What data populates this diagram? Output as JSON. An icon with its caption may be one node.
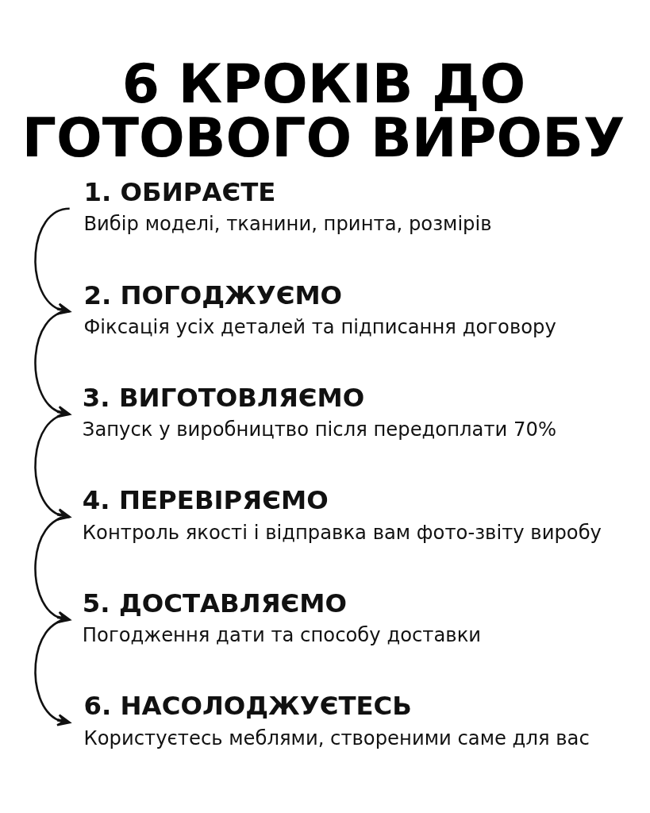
{
  "diagram": {
    "title": "6 КРОКІВ ДО ГОТОВОГО ВИРОБУ",
    "nodes": [
      {
        "text": [
          "1. ОБИРАЄТЕ",
          "Вибір моделі, тканини, принта, розмірів"
        ]
      },
      {
        "text": [
          "2. ПОГОДЖУЄМО",
          "Фіксація усіх деталей та підписання договору"
        ]
      },
      {
        "text": [
          "3. ВИГОТОВЛЯЄМО",
          "Запуск у виробництво після передоплати 70%"
        ]
      },
      {
        "text": [
          "4. ПЕРЕВІРЯЄМО",
          "Контроль якості і відправка вам фото-звіту виробу"
        ]
      },
      {
        "text": [
          "5. ДОСТАВЛЯЄМО",
          "Погодження дати та способу доставки"
        ]
      },
      {
        "text": [
          "6. НАСОЛОДЖУЄТЕСЬ",
          "Користуєтесь меблями, створеними саме для вас"
        ]
      }
    ],
    "edges": [
      {
        "from": 0,
        "to": 1,
        "arrow": "to"
      },
      {
        "from": 1,
        "to": 2,
        "arrow": "to"
      },
      {
        "from": 2,
        "to": 3,
        "arrow": "to"
      },
      {
        "from": 3,
        "to": 4,
        "arrow": "to"
      },
      {
        "from": 4,
        "to": 5,
        "arrow": "to"
      }
    ]
  }
}
